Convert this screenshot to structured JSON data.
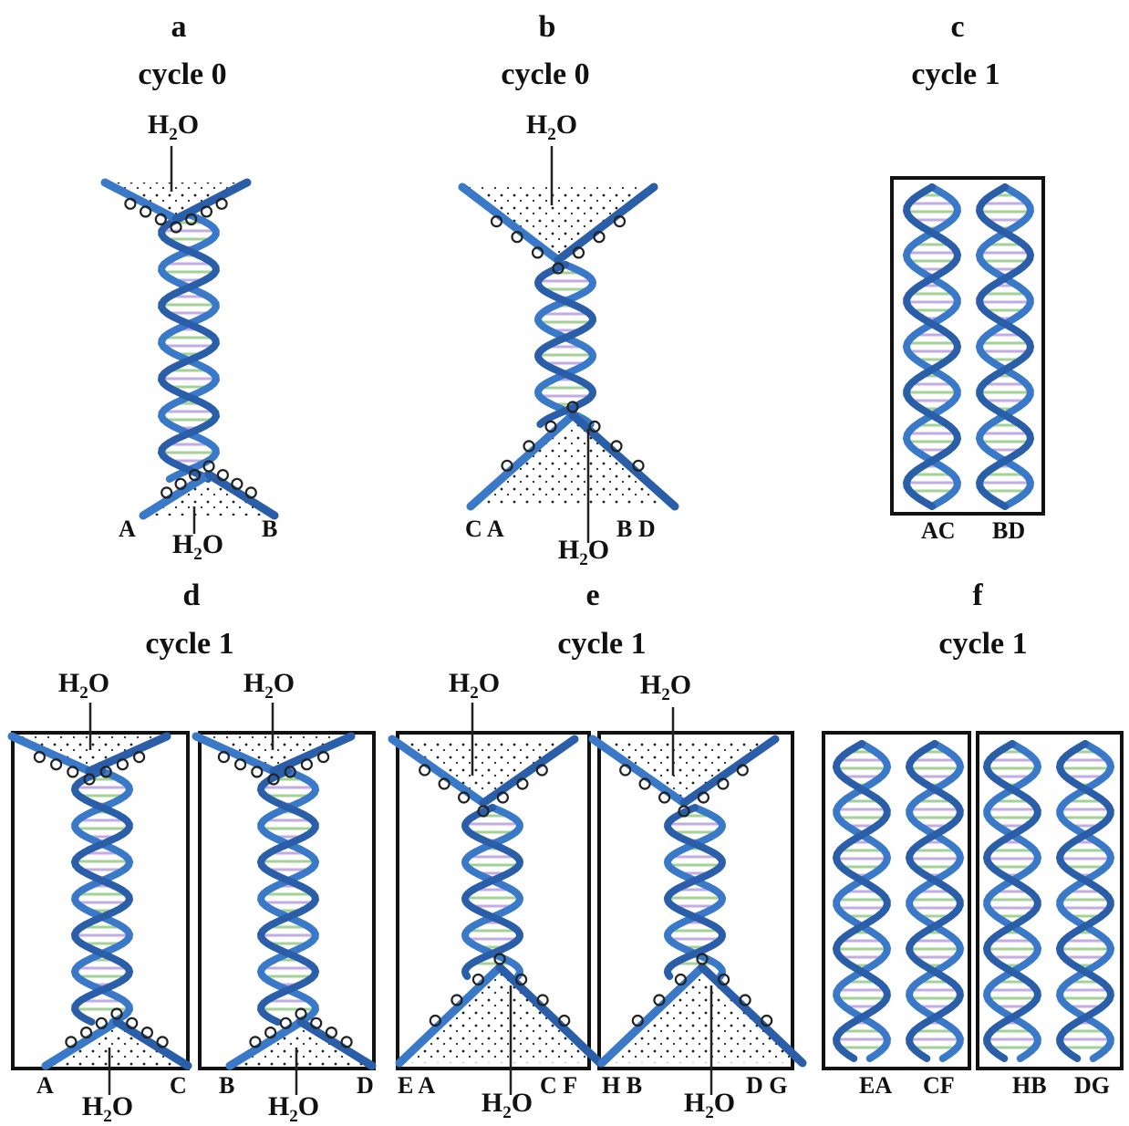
{
  "colors": {
    "strand": "#3a78c8",
    "strand_dark": "#2a5ea8",
    "base_green": "#7dbf6a",
    "base_purple": "#a98ad8",
    "frame": "#111111"
  },
  "panels": [
    {
      "id": "a",
      "letter": "a",
      "cycle": "cycle 0",
      "water_top": "H",
      "water_sub": "2",
      "water_o": "O",
      "water_bottom": "H",
      "labels": [
        "A",
        "B"
      ]
    },
    {
      "id": "b",
      "letter": "b",
      "cycle": "cycle 0",
      "water_top": "H",
      "water_sub": "2",
      "water_o": "O",
      "labels": [
        "C A",
        "B D"
      ]
    },
    {
      "id": "c",
      "letter": "c",
      "cycle": "cycle 1",
      "labels": [
        "AC",
        "BD"
      ]
    },
    {
      "id": "d",
      "letter": "d",
      "cycle": "cycle 1",
      "labels": [
        "A",
        "C",
        "B",
        "D"
      ]
    },
    {
      "id": "e",
      "letter": "e",
      "cycle": "cycle 1",
      "labels": [
        "E A",
        "C F",
        "H B",
        "D G"
      ]
    },
    {
      "id": "f",
      "letter": "f",
      "cycle": "cycle 1",
      "labels": [
        "EA",
        "CF",
        "HB",
        "DG"
      ]
    }
  ],
  "water": {
    "h": "H",
    "sub": "2",
    "o": "O"
  }
}
